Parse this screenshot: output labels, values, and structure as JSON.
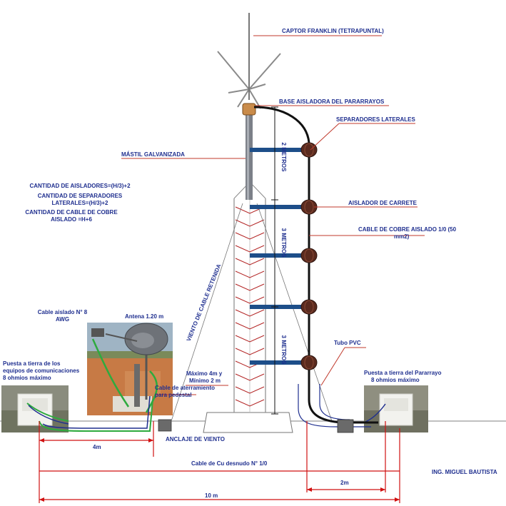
{
  "labels": {
    "captor": "CAPTOR FRANKLIN (TETRAPUNTAL)",
    "base": "BASE AISLADORA DEL PARARRAYOS",
    "separadores": "SEPARADORES LATERALES",
    "mastil": "MÁSTIL GALVANIZADA",
    "aislador": "AISLADOR DE CARRETE",
    "cable_cobre_1": "CABLE DE COBRE AISLADO 1/0 (50",
    "cable_cobre_2": "mm2)",
    "viento": "VIENTO DE CABLE RETENIDA",
    "tubo_pvc": "Tubo PVC",
    "puesta_pararrayo_1": "Puesta a tierra del Pararrayo",
    "puesta_pararrayo_2": "8 ohmios máximo",
    "maximo_1": "Máximo 4m y",
    "maximo_2": "Mínimo 2 m",
    "cable_aterramiento_1": "Cable de aterramiento",
    "cable_aterramiento_2": "para pedestal",
    "antena": "Antena 1.20 m",
    "cable_aislado_1": "Cable aislado N° 8",
    "cable_aislado_2": "AWG",
    "puesta_equipos_1": "Puesta a tierra de los",
    "puesta_equipos_2": "equipos de comunicaciones",
    "puesta_equipos_3": "8 ohmios máximo",
    "anclaje": "ANCLAJE DE VIENTO",
    "cable_desnudo": "Cable de Cu desnudo N° 1/0",
    "autor": "ING. MIGUEL BAUTISTA",
    "metros_2": "2 METROS",
    "metros_3a": "3 METROS",
    "metros_3b": "3 METROS"
  },
  "formulas": {
    "aisladores": "CANTIDAD DE AISLADORES=(H/3)+2",
    "separadores_1": "CANTIDAD DE SEPARADORES",
    "separadores_2": "LATERALES=(H/3)+2",
    "cable_1": "CANTIDAD DE CABLE DE COBRE",
    "cable_2": "AISLADO =H+6"
  },
  "dimensions": {
    "d4m": "4m",
    "d2m": "2m",
    "d10m": "10 m"
  },
  "colors": {
    "label_blue": "#1f2f8f",
    "leader_red": "#c0392b",
    "separator_blue": "#1d4e89",
    "insulator_brown": "#5a2a1e",
    "dimension_red": "#d01010"
  }
}
